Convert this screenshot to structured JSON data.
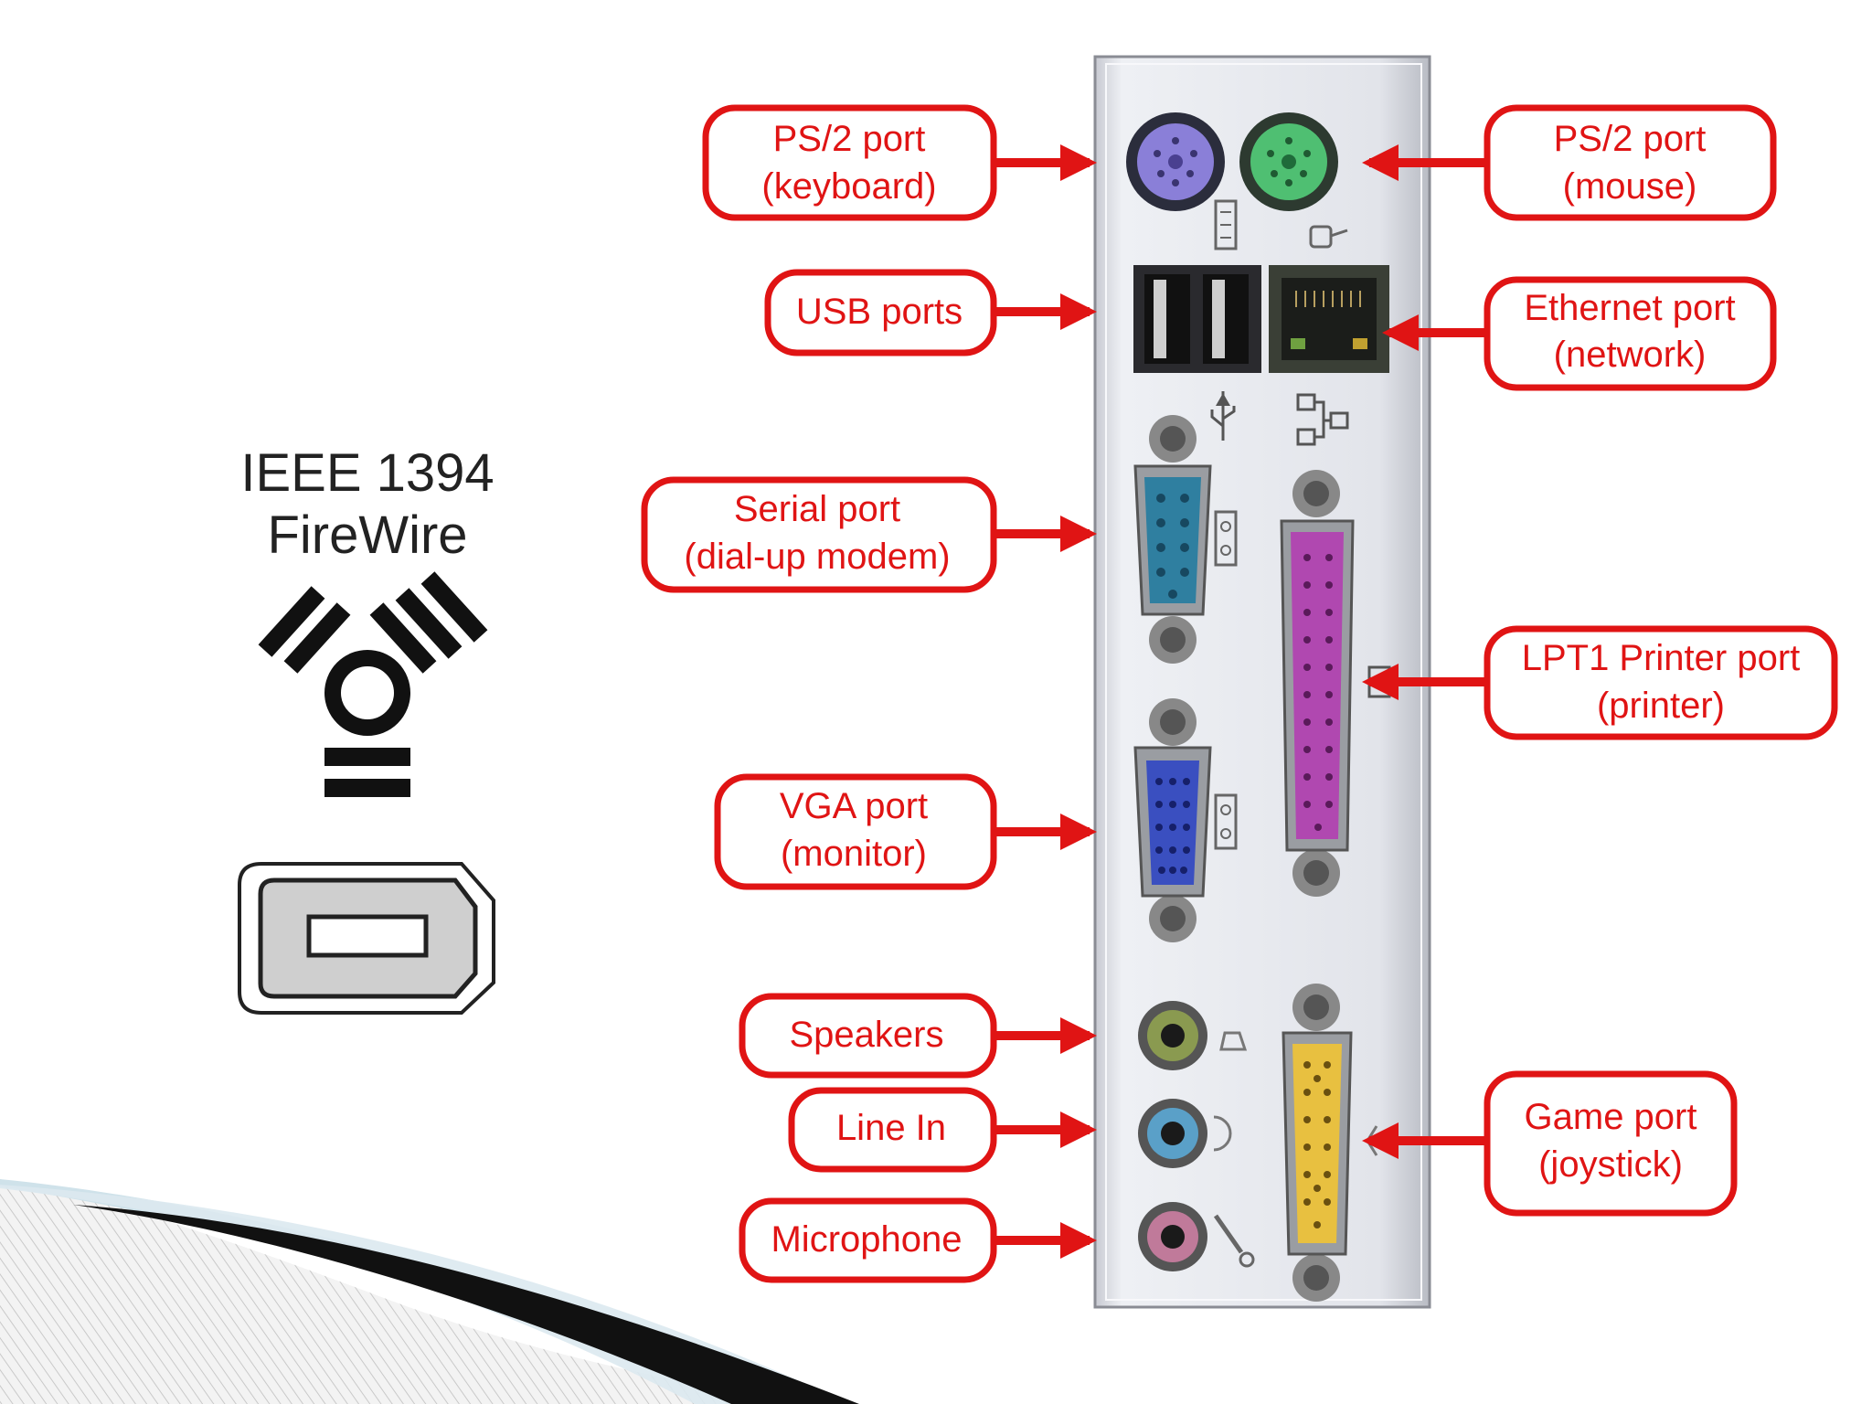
{
  "firewire": {
    "title_line1": "IEEE 1394",
    "title_line2": "FireWire"
  },
  "labels": {
    "ps2_keyboard": [
      "PS/2 port",
      "(keyboard)"
    ],
    "ps2_mouse": [
      "PS/2 port",
      "(mouse)"
    ],
    "usb": [
      "USB ports"
    ],
    "ethernet": [
      "Ethernet port",
      "(network)"
    ],
    "serial": [
      "Serial port",
      "(dial-up modem)"
    ],
    "lpt1": [
      "LPT1 Printer port",
      "(printer)"
    ],
    "vga": [
      "VGA port",
      "(monitor)"
    ],
    "speakers": [
      "Speakers"
    ],
    "line_in": [
      "Line In"
    ],
    "microphone": [
      "Microphone"
    ],
    "game": [
      "Game port",
      "(joystick)"
    ]
  },
  "colors": {
    "callout_red": "#e01414",
    "ps2_keyboard": "#8a7fd8",
    "ps2_mouse": "#4fbf72",
    "serial": "#2f7fa0",
    "vga": "#3a4fc0",
    "lpt1": "#b048b0",
    "game": "#e8c040",
    "speakers": "#8a9a50",
    "line_in": "#5aa0c8",
    "microphone": "#c07a9a",
    "panel": "#e7e8ee"
  }
}
